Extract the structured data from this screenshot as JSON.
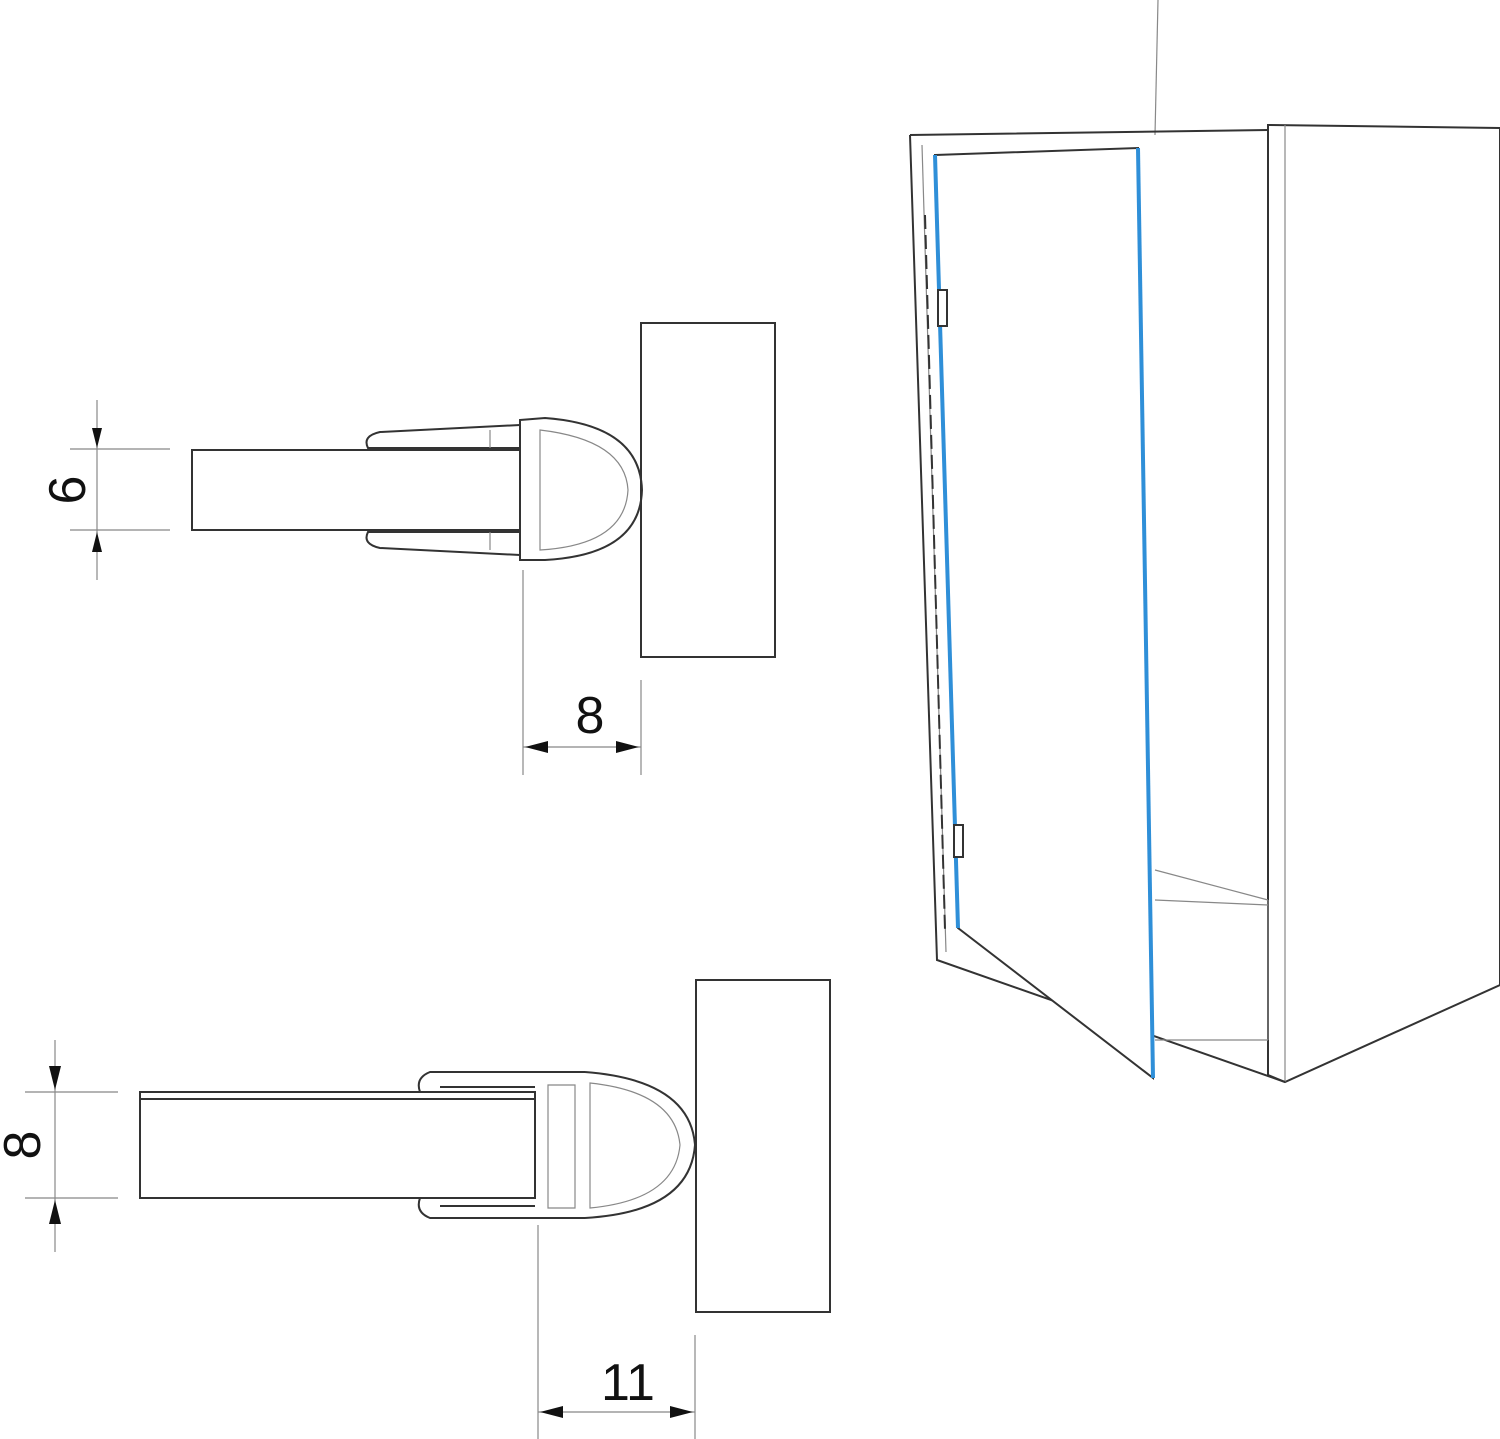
{
  "diagram": {
    "profile_small": {
      "thickness_label": "6",
      "offset_label": "8"
    },
    "profile_large": {
      "thickness_label": "8",
      "offset_label": "11"
    },
    "colors": {
      "glass_edge": "#2f8fd8",
      "line": "#333333"
    }
  }
}
